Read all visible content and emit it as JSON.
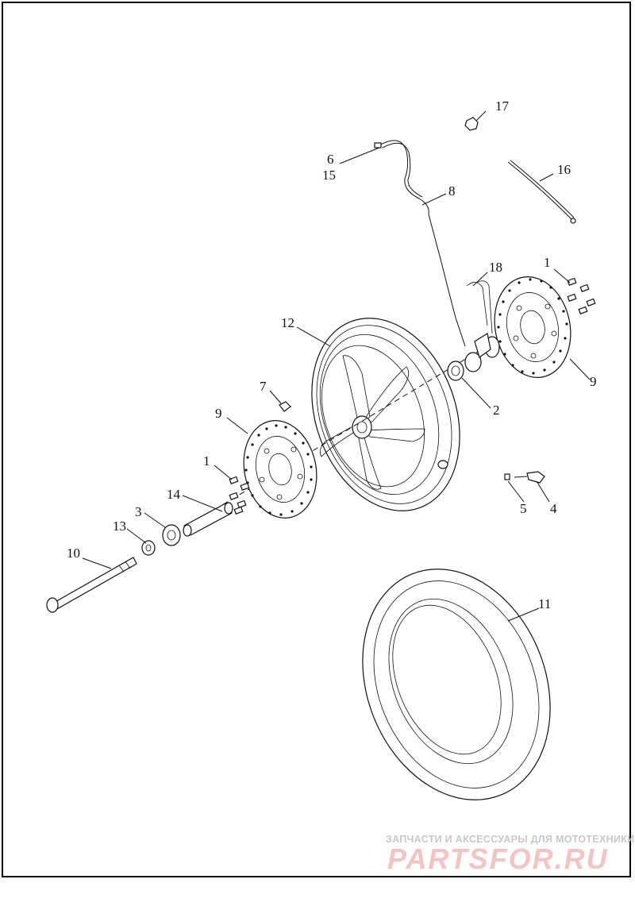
{
  "diagram": {
    "callouts": [
      "1",
      "1",
      "2",
      "3",
      "4",
      "5",
      "6",
      "15",
      "7",
      "8",
      "9",
      "9",
      "10",
      "11",
      "12",
      "13",
      "14",
      "16",
      "17",
      "18"
    ]
  },
  "watermark": {
    "tagline": "ЗАПЧАСТИ И АКСЕССУАРЫ ДЛЯ МОТОТЕХНИКИ",
    "logo": "PARTSFOR.RU"
  }
}
